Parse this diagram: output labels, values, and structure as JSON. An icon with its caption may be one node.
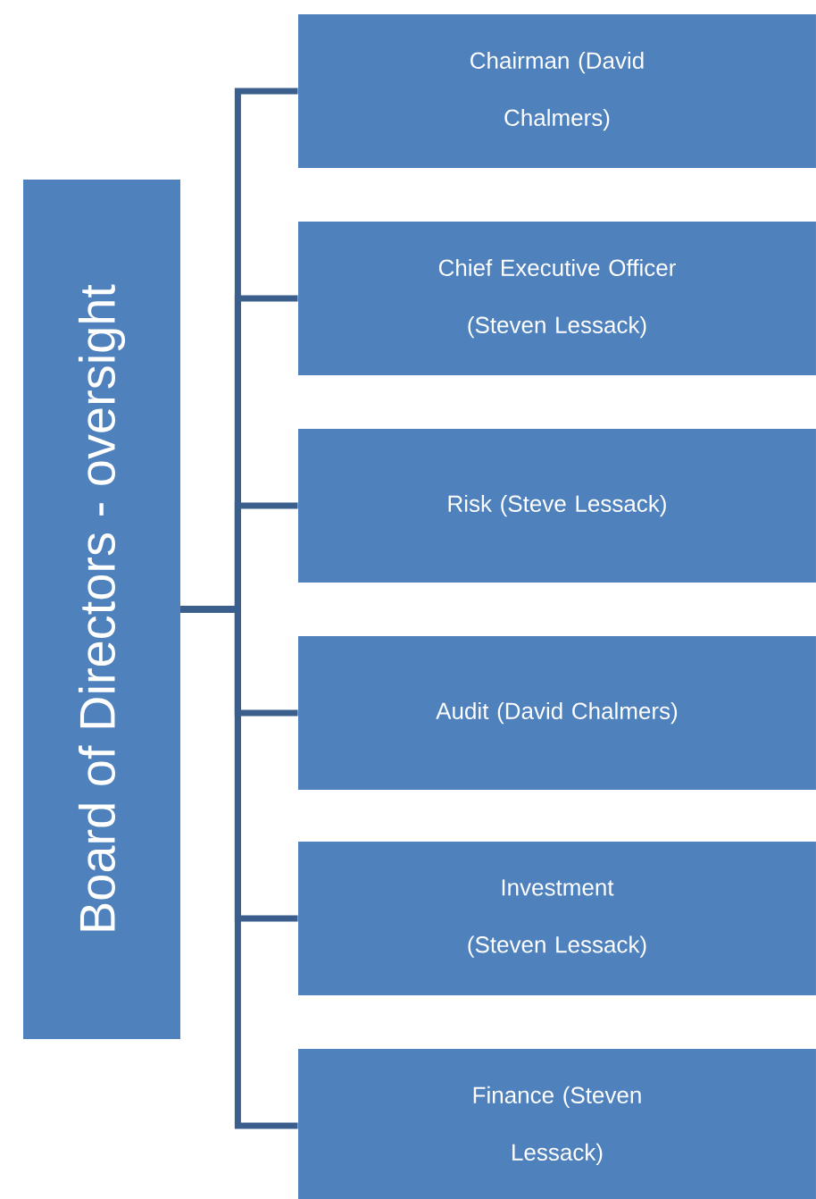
{
  "diagram": {
    "nodes": [
      {
        "text": [
          "Board of Directors - oversight"
        ]
      },
      {
        "text": [
          "Chairman (David Chalmers)"
        ]
      },
      {
        "text": [
          "Chief Executive Officer (Steven Lessack)"
        ]
      },
      {
        "text": [
          "Risk (Steve Lessack)"
        ]
      },
      {
        "text": [
          "Audit (David Chalmers)"
        ]
      },
      {
        "text": [
          "Investment (Steven Lessack)"
        ]
      },
      {
        "text": [
          "Finance (Steven Lessack)"
        ]
      }
    ],
    "edges": [
      {
        "from": 0,
        "to": 1,
        "arrow": "none"
      },
      {
        "from": 0,
        "to": 2,
        "arrow": "none"
      },
      {
        "from": 0,
        "to": 3,
        "arrow": "none"
      },
      {
        "from": 0,
        "to": 4,
        "arrow": "none"
      },
      {
        "from": 0,
        "to": 5,
        "arrow": "none"
      },
      {
        "from": 0,
        "to": 6,
        "arrow": "none"
      }
    ]
  }
}
